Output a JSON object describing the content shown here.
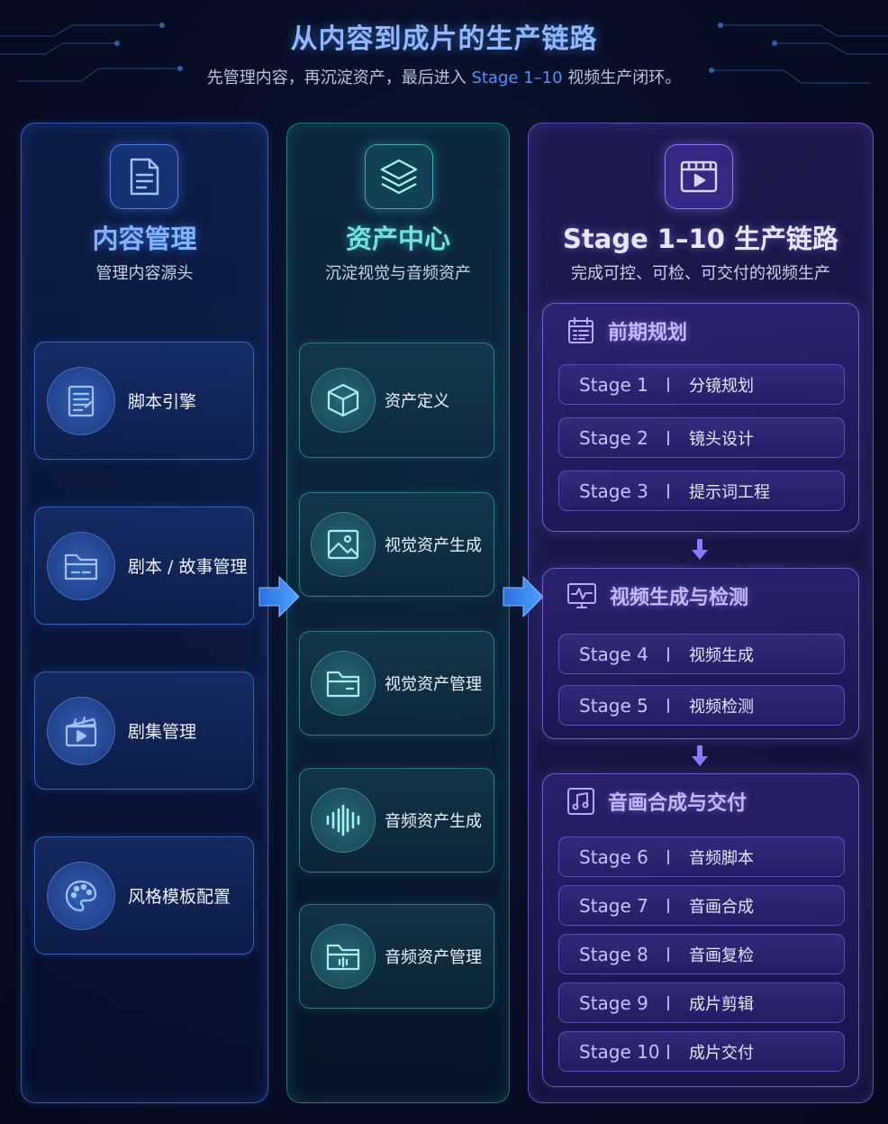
{
  "header": {
    "title": "从内容到成片的生产链路",
    "subtitle_pre": "先管理内容，再沉淀资产，最后进入 ",
    "subtitle_highlight": "Stage 1–10",
    "subtitle_post": " 视频生产闭环。"
  },
  "columns": {
    "content": {
      "title": "内容管理",
      "subtitle": "管理内容源头",
      "icon": "document-icon",
      "cards": [
        {
          "label": "脚本引擎",
          "icon": "script-icon"
        },
        {
          "label": "剧本 / 故事管理",
          "icon": "folder-icon"
        },
        {
          "label": "剧集管理",
          "icon": "clapperboard-icon"
        },
        {
          "label": "风格模板配置",
          "icon": "palette-icon"
        }
      ]
    },
    "assets": {
      "title": "资产中心",
      "subtitle": "沉淀视觉与音频资产",
      "icon": "layers-icon",
      "cards": [
        {
          "label": "资产定义",
          "icon": "cube-icon"
        },
        {
          "label": "视觉资产生成",
          "icon": "image-icon"
        },
        {
          "label": "视觉资产管理",
          "icon": "folder-icon"
        },
        {
          "label": "音频资产生成",
          "icon": "waveform-icon"
        },
        {
          "label": "音频资产管理",
          "icon": "audio-folder-icon"
        }
      ]
    },
    "production": {
      "title": "Stage 1–10 生产链路",
      "subtitle": "完成可控、可检、可交付的视频生产",
      "icon": "film-icon",
      "groups": [
        {
          "title": "前期规划",
          "icon": "calendar-icon",
          "stages": [
            {
              "label": "Stage 1",
              "name": "分镜规划"
            },
            {
              "label": "Stage 2",
              "name": "镜头设计"
            },
            {
              "label": "Stage 3",
              "name": "提示词工程"
            }
          ]
        },
        {
          "title": "视频生成与检测",
          "icon": "monitor-pulse-icon",
          "stages": [
            {
              "label": "Stage 4",
              "name": "视频生成"
            },
            {
              "label": "Stage 5",
              "name": "视频检测"
            }
          ]
        },
        {
          "title": "音画合成与交付",
          "icon": "music-note-icon",
          "stages": [
            {
              "label": "Stage 6",
              "name": "音频脚本"
            },
            {
              "label": "Stage 7",
              "name": "音画合成"
            },
            {
              "label": "Stage 8",
              "name": "音画复检"
            },
            {
              "label": "Stage 9",
              "name": "成片剪辑"
            },
            {
              "label": "Stage 10",
              "name": "成片交付"
            }
          ]
        }
      ]
    }
  },
  "colors": {
    "background": "#070d24",
    "blue_accent": "#4d94ff",
    "teal_accent": "#6fe3e3",
    "purple_accent": "#a48cff"
  }
}
